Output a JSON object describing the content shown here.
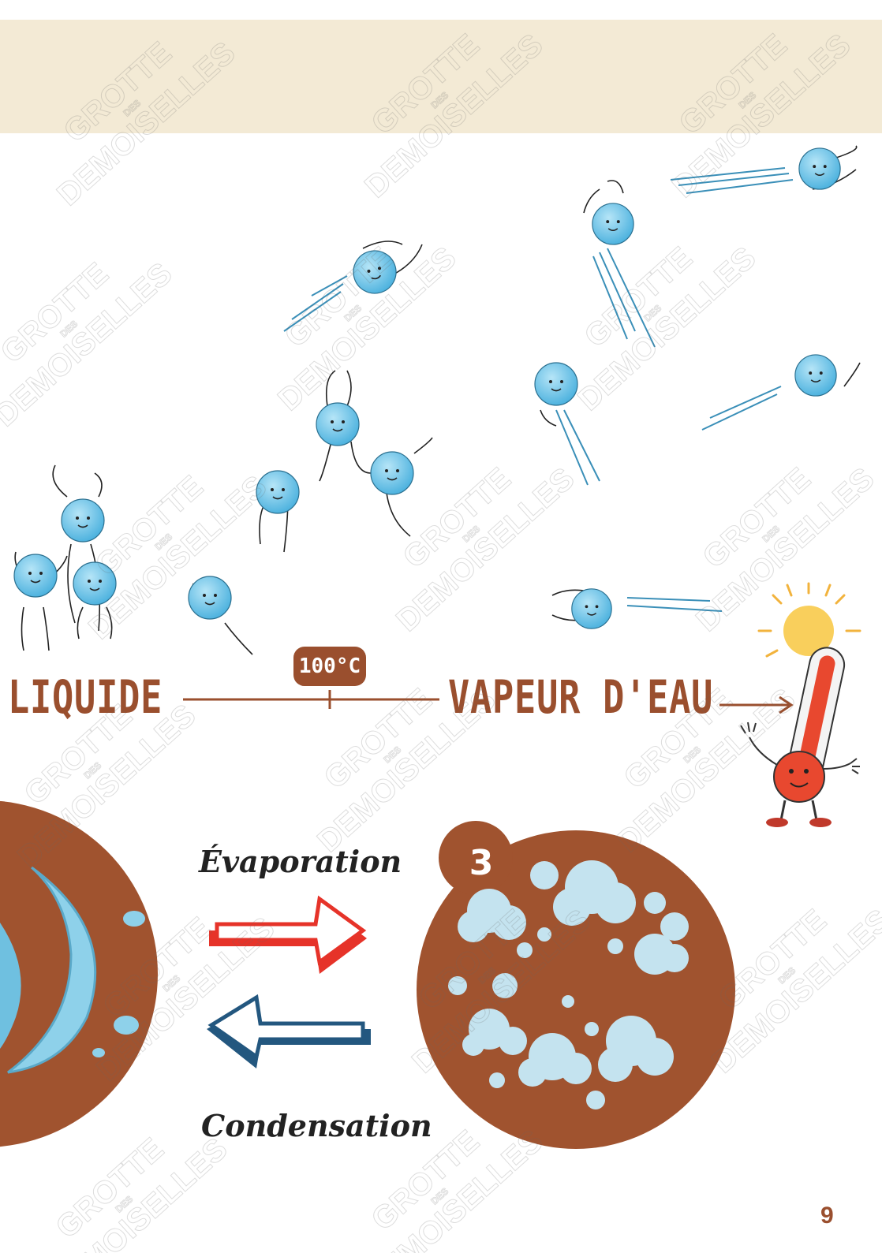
{
  "diagram": {
    "state_from": "LIQUIDE",
    "state_to": "VAPEUR D'EAU",
    "temperature_label": "100°C"
  },
  "processes": {
    "forward": "Évaporation",
    "backward": "Condensation",
    "forward_arrow_color": "#e63329",
    "backward_arrow_color": "#23577f"
  },
  "illustration": {
    "circle_number": "3",
    "circle_color": "#a0532f",
    "molecule_color": "#6cc3e6",
    "icons": [
      "water-splash-icon",
      "water-vapor-clouds-icon",
      "sun-icon",
      "thermometer-character-icon"
    ]
  },
  "watermark": {
    "line1": "GROTTE",
    "line2": "DES",
    "line3": "DEMOISELLES"
  },
  "colors": {
    "accent": "#9a4f2e",
    "banner": "#f3ead5"
  },
  "page": {
    "number": "9"
  }
}
